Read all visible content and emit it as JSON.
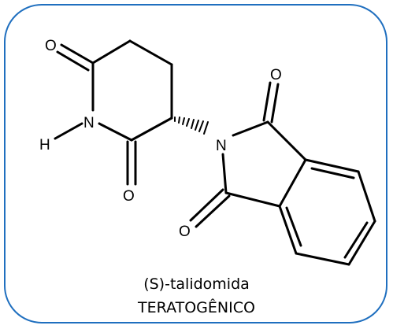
{
  "colors": {
    "frame_border": "#1f6fbf",
    "background": "#ffffff",
    "ink": "#000000"
  },
  "atoms": {
    "o_top_left": "O",
    "n_ring": "N",
    "h_ring": "H",
    "o_bottom_left": "O",
    "n_imide": "N",
    "o_top_right": "O",
    "o_bottom_right": "O"
  },
  "caption": {
    "name": "(S)-talidomida",
    "classification": "TERATOGÊNICO"
  }
}
